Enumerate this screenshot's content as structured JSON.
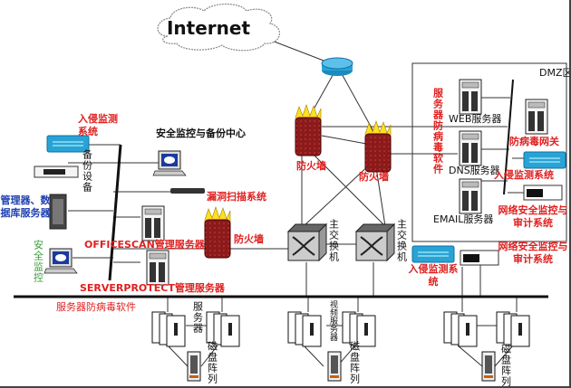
{
  "internet": "Internet",
  "dmz_label": "DMZ区",
  "labels": {
    "ids_left": "入侵监测系统",
    "security_center": "安全监控与备份中心",
    "backup_device": "备份设备",
    "mgmt_db_server": "管理器、数据库服务器",
    "security_monitor": "安全监控",
    "vuln_scan": "漏洞扫描系统",
    "officescan": "OFFICESCAN管理服务器",
    "serverprotect": "SERVERPROTECT管理服务器",
    "firewall_left": "防火墙",
    "firewall_1": "防火墙",
    "firewall_2": "防火墙",
    "main_switch_1": "主交换机",
    "main_switch_2": "主交换机",
    "server_antivirus_vertical": "服务器防病毒软件",
    "web_server": "WEB服务器",
    "dns_server": "DNS服务器",
    "email_server": "EMAIL服务器",
    "antivirus_gateway": "防病毒网关",
    "ids_dmz": "入侵监测系统",
    "net_audit_dmz": "网络安全监控与审计系统",
    "ids_core": "入侵监测系统",
    "net_audit_core": "网络安全监控与审计系统",
    "server_antivirus": "服务器防病毒软件",
    "servers_1": "服务器",
    "servers_2": "视频服务器",
    "disk_array_1": "磁盘阵列",
    "disk_array_2": "磁盘阵列",
    "disk_array_3": "磁盘阵列"
  },
  "colors": {
    "label_red": "#e02020",
    "label_blue": "#2040b0",
    "label_green": "#3a9a3a",
    "ids_blue": "#29a3d6",
    "firewall": "#8b1a1a"
  }
}
